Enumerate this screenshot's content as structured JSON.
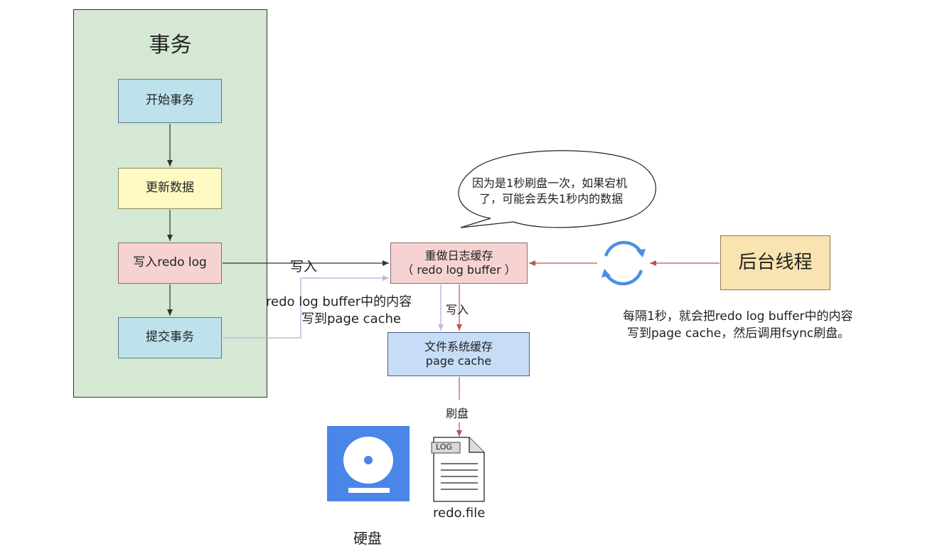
{
  "transaction": {
    "title": "事务",
    "steps": [
      "开始事务",
      "更新数据",
      "写入redo log",
      "提交事务"
    ]
  },
  "buffer_box": {
    "line1": "重做日志缓存",
    "line2": "（ redo log buffer ）"
  },
  "page_cache_box": {
    "line1": "文件系统缓存",
    "line2": "page cache"
  },
  "background_thread": "后台线程",
  "labels": {
    "write_in": "写入",
    "commit_note_line1": "redo log buffer中的内容",
    "commit_note_line2": "写到page cache",
    "write_in_2": "写入",
    "flush": "刷盘",
    "file_name": "redo.file",
    "disk": "硬盘",
    "log_tag": "LOG"
  },
  "speech_bubble": {
    "line1": "因为是1秒刷盘一次，如果宕机",
    "line2": "了，可能会丢失1秒内的数据"
  },
  "thread_note": {
    "line1": "每隔1秒，就会把redo log buffer中的内容",
    "line2": "写到page cache，然后调用fsync刷盘。"
  },
  "colors": {
    "arrow_dark": "#333333",
    "arrow_red": "#b85450",
    "arrow_purple": "#c9b6dc",
    "disk_blue": "#4a86e8",
    "sync_blue": "#4a90e2"
  }
}
